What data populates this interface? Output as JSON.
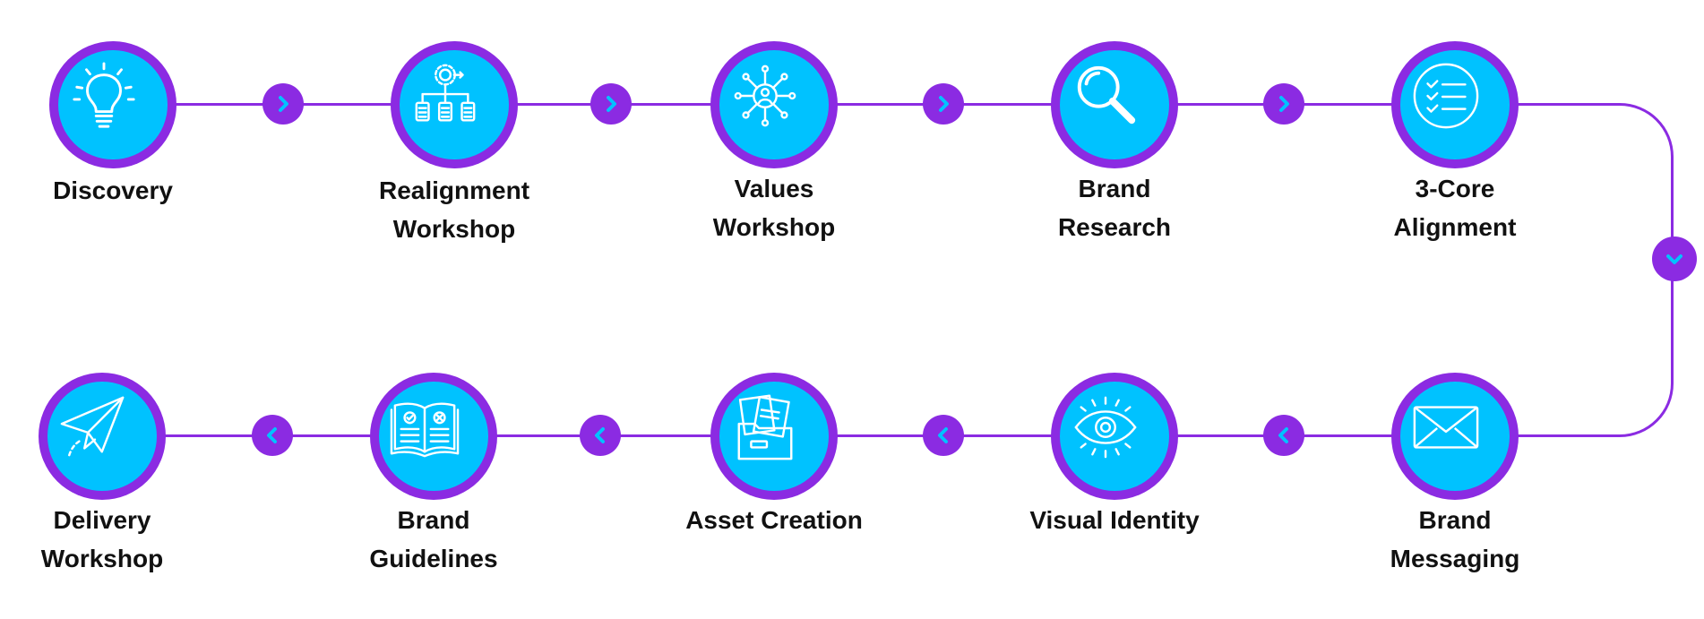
{
  "colors": {
    "node_ring": "#8b2be2",
    "node_fill": "#00c2ff",
    "connector": "#8b2be2",
    "arrow_glyph": "#00c2ff",
    "label": "#111111"
  },
  "steps": [
    {
      "lines": [
        "Discovery"
      ],
      "icon": "lightbulb-icon"
    },
    {
      "lines": [
        "Realignment",
        "Workshop"
      ],
      "icon": "gear-hierarchy-icon"
    },
    {
      "lines": [
        "Values",
        "Workshop"
      ],
      "icon": "network-person-icon"
    },
    {
      "lines": [
        "Brand",
        "Research"
      ],
      "icon": "magnifier-icon"
    },
    {
      "lines": [
        "3-Core",
        "Alignment"
      ],
      "icon": "checklist-icon"
    },
    {
      "lines": [
        "Brand",
        "Messaging"
      ],
      "icon": "envelope-icon"
    },
    {
      "lines": [
        "Visual Identity"
      ],
      "icon": "eye-icon"
    },
    {
      "lines": [
        "Asset Creation"
      ],
      "icon": "folder-documents-icon"
    },
    {
      "lines": [
        "Brand",
        "Guidelines"
      ],
      "icon": "open-book-icon"
    },
    {
      "lines": [
        "Delivery",
        "Workshop"
      ],
      "icon": "paper-plane-icon"
    }
  ],
  "arrows": [
    "chevron-right-icon",
    "chevron-right-icon",
    "chevron-right-icon",
    "chevron-right-icon",
    "chevron-down-icon",
    "chevron-left-icon",
    "chevron-left-icon",
    "chevron-left-icon",
    "chevron-left-icon"
  ]
}
